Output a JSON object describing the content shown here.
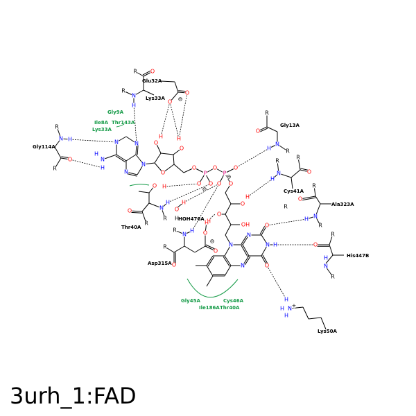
{
  "title": "3urh_1:FAD",
  "atoms": {
    "N": "N",
    "O": "O",
    "H": "H",
    "R": "R",
    "P": "P",
    "OH": "OH",
    "minus": "⊖",
    "plus": "+"
  },
  "colors": {
    "N": "#0000ff",
    "O": "#ff0000",
    "H_polar": "#0000ff",
    "P": "#dd0077",
    "C": "#000000",
    "hydrophobic": "#119944",
    "hbond": "#000000"
  },
  "residues": {
    "glu32a": "Glu32A",
    "lys33a_top": "Lys33A",
    "gly114a": "Gly114A",
    "gly13a": "Gly13A",
    "cys41a": "Cys41A",
    "ala323a": "Ala323A",
    "his447b": "His447B",
    "thr40a": "Thr40A",
    "hoh476a": "HOH476A",
    "asp315a": "Asp315A",
    "lys50a": "Lys50A"
  },
  "hydrophobic": {
    "gly9a": "Gly9A",
    "ile8a": "Ile8A",
    "thr143a": "Thr143A",
    "lys33a": "Lys33A",
    "gly45a": "Gly45A",
    "cys46a": "Cys46A",
    "ile186a": "Ile186A",
    "thr40a": "Thr40A"
  }
}
